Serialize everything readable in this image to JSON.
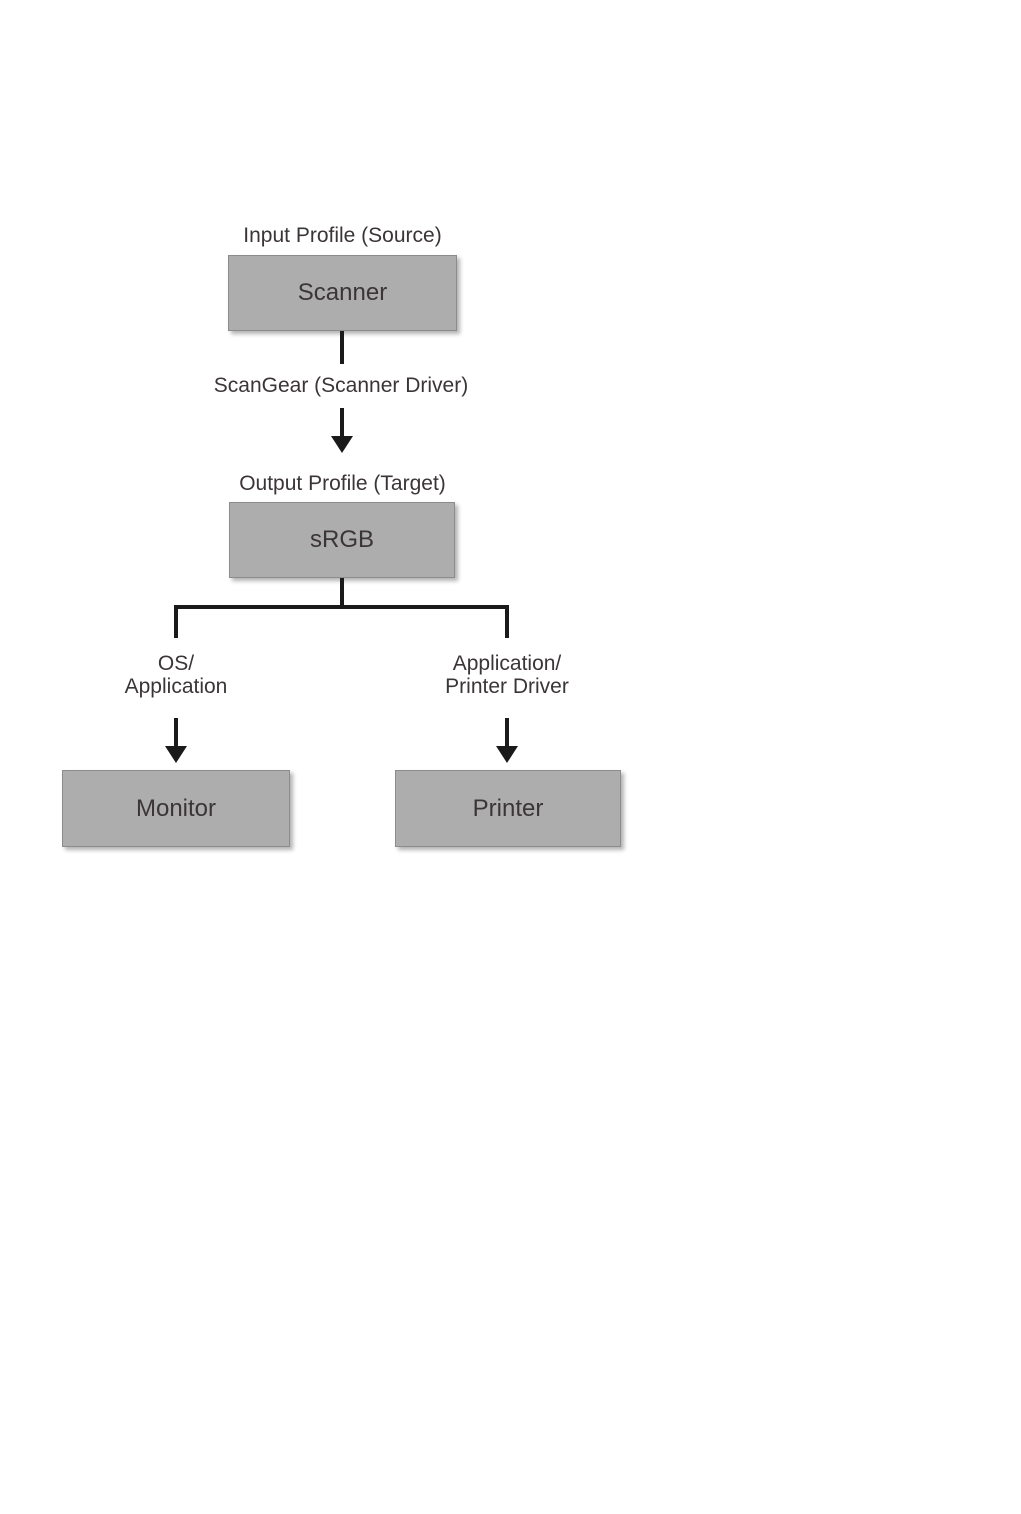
{
  "diagram": {
    "labels": {
      "input_profile": "Input Profile (Source)",
      "scangear": "ScanGear (Scanner Driver)",
      "output_profile": "Output Profile (Target)",
      "os_application": "OS/\nApplication",
      "application_printer_driver": "Application/\nPrinter Driver"
    },
    "nodes": {
      "scanner": "Scanner",
      "srgb": "sRGB",
      "monitor": "Monitor",
      "printer": "Printer"
    },
    "colors": {
      "node_fill": "#ADADAD",
      "node_border": "#8C8C8C",
      "connector": "#1A1A1A",
      "text": "#3B3537",
      "background": "#FFFFFF"
    }
  }
}
